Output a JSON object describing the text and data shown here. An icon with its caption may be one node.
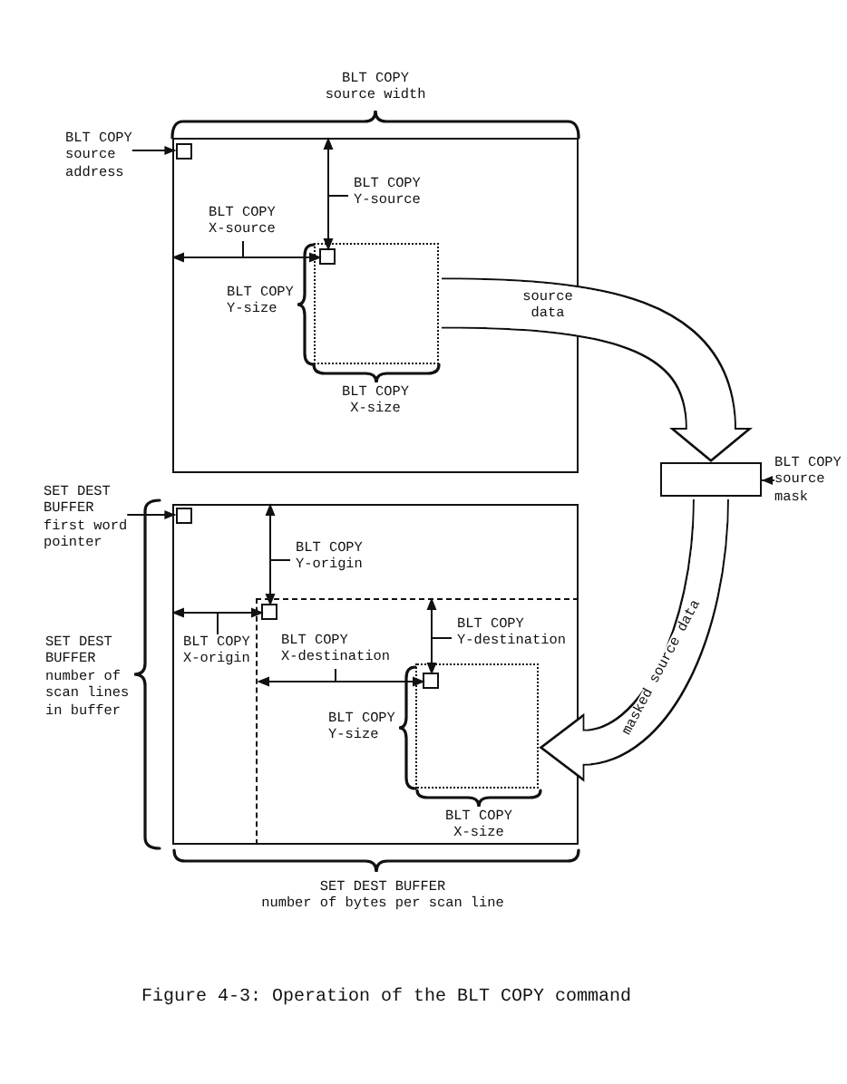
{
  "diagram": {
    "caption": "Figure 4-3: Operation of the BLT COPY command",
    "nodes": [
      {
        "text": [
          "BLT COPY source address"
        ]
      },
      {
        "text": [],
        "shape": "box"
      },
      {
        "text": [],
        "shape": "box",
        "in": 1
      },
      {
        "text": [],
        "shape": "box",
        "in": 1
      },
      {
        "text": [],
        "shape": "box",
        "in": 3
      },
      {
        "text": [],
        "shape": "box"
      },
      {
        "text": [
          "BLT COPY source mask"
        ]
      },
      {
        "text": [
          "SET DEST BUFFER first word pointer"
        ]
      },
      {
        "text": [],
        "shape": "box"
      },
      {
        "text": [],
        "shape": "box",
        "in": 8
      },
      {
        "text": [],
        "shape": "box",
        "in": 8
      },
      {
        "text": [],
        "shape": "box",
        "in": 10
      },
      {
        "text": [],
        "shape": "box",
        "in": 10
      },
      {
        "text": [],
        "shape": "box",
        "in": 12
      }
    ],
    "edges": [
      {
        "from": 0,
        "to": 2,
        "arrow": "to"
      },
      {
        "from": 3,
        "to": 5,
        "arrow": "to",
        "label": "source data",
        "style": "thick"
      },
      {
        "from": 6,
        "to": 5,
        "arrow": "to"
      },
      {
        "from": 7,
        "to": 9,
        "arrow": "to"
      },
      {
        "from": 5,
        "to": 12,
        "arrow": "to",
        "label": "masked source data",
        "style": "thick"
      }
    ],
    "labels": [
      "BLT COPY source width",
      "BLT COPY Y-source",
      "BLT COPY X-source",
      "BLT COPY Y-size",
      "BLT COPY X-size",
      "BLT COPY Y-origin",
      "SET DEST BUFFER number of scan lines in buffer",
      "BLT COPY X-origin",
      "BLT COPY X-destination",
      "BLT COPY Y-destination",
      "BLT COPY Y-size",
      "BLT COPY X-size",
      "SET DEST BUFFER number of bytes per scan line"
    ]
  }
}
